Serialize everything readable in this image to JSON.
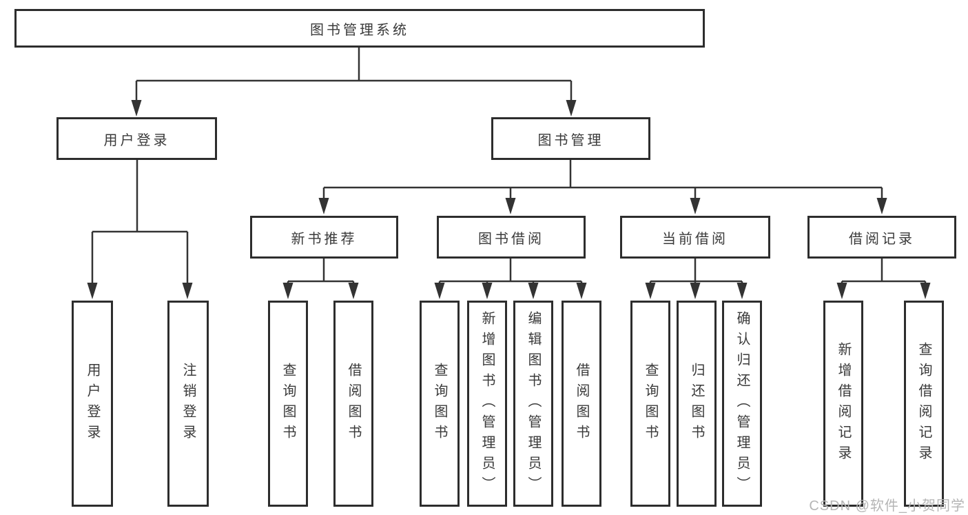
{
  "tree": {
    "root": "图书管理系统",
    "branches": [
      {
        "label": "用户登录",
        "children": [
          {
            "label": "用户登录"
          },
          {
            "label": "注销登录"
          }
        ]
      },
      {
        "label": "图书管理",
        "children": [
          {
            "label": "新书推荐",
            "children": [
              {
                "label": "查询图书"
              },
              {
                "label": "借阅图书"
              }
            ]
          },
          {
            "label": "图书借阅",
            "children": [
              {
                "label": "查询图书"
              },
              {
                "label": "新增图书（管理员）"
              },
              {
                "label": "编辑图书（管理员）"
              },
              {
                "label": "借阅图书"
              }
            ]
          },
          {
            "label": "当前借阅",
            "children": [
              {
                "label": "查询图书"
              },
              {
                "label": "归还图书"
              },
              {
                "label": "确认归还（管理员）"
              }
            ]
          },
          {
            "label": "借阅记录",
            "children": [
              {
                "label": "新增借阅记录"
              },
              {
                "label": "查询借阅记录"
              }
            ]
          }
        ]
      }
    ]
  },
  "watermark": "CSDN @软件_小贺同学",
  "colors": {
    "line": "#333333",
    "box_border": "#2d2d2d",
    "text": "#3a3a3a",
    "watermark": "#b5b5b5",
    "background": "#ffffff"
  }
}
